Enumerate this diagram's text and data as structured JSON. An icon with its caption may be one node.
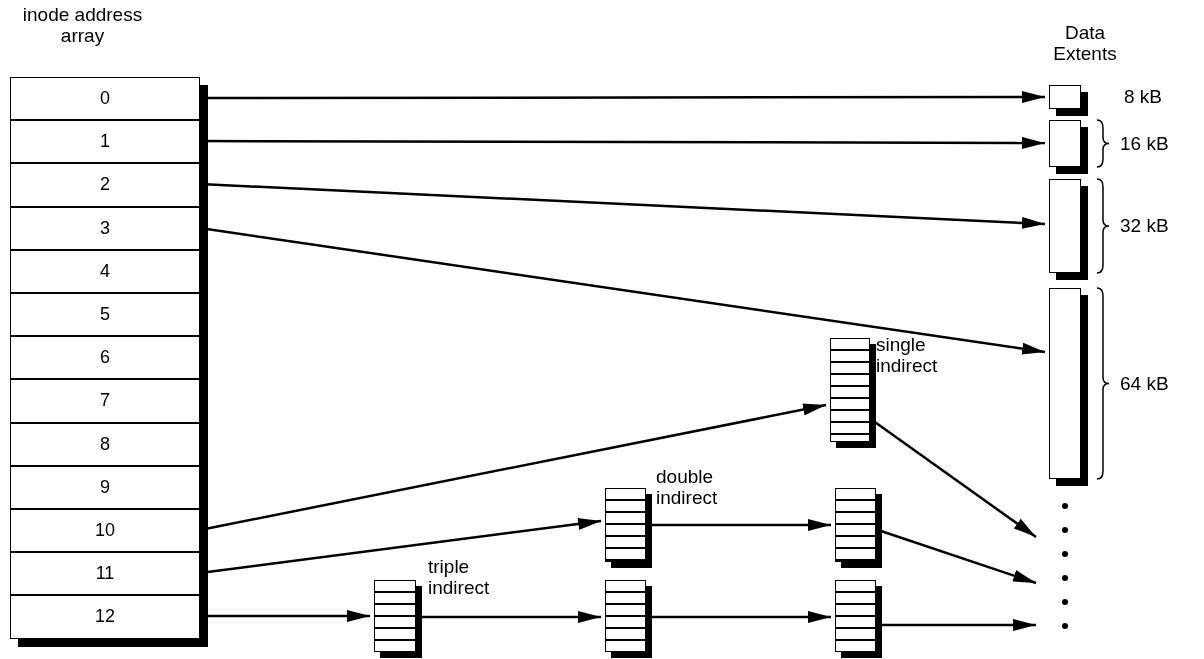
{
  "diagram": {
    "nodes": [
      {
        "text": [
          "inode address array"
        ]
      },
      {
        "text": [
          "0"
        ],
        "in": 0
      },
      {
        "text": [
          "1"
        ],
        "in": 0
      },
      {
        "text": [
          "2"
        ],
        "in": 0
      },
      {
        "text": [
          "3"
        ],
        "in": 0
      },
      {
        "text": [
          "4"
        ],
        "in": 0
      },
      {
        "text": [
          "5"
        ],
        "in": 0
      },
      {
        "text": [
          "6"
        ],
        "in": 0
      },
      {
        "text": [
          "7"
        ],
        "in": 0
      },
      {
        "text": [
          "8"
        ],
        "in": 0
      },
      {
        "text": [
          "9"
        ],
        "in": 0
      },
      {
        "text": [
          "10"
        ],
        "in": 0
      },
      {
        "text": [
          "11"
        ],
        "in": 0
      },
      {
        "text": [
          "12"
        ],
        "in": 0
      },
      {
        "text": [],
        "shape": "box",
        "beside": [
          "8 kB"
        ]
      },
      {
        "text": [],
        "shape": "box",
        "beside": [
          "16 kB"
        ]
      },
      {
        "text": [],
        "shape": "box",
        "beside": [
          "32 kB"
        ]
      },
      {
        "text": [],
        "shape": "box",
        "beside": [
          "64 kB"
        ]
      },
      {
        "text": [],
        "shape": "box",
        "beside": [
          "single indirect"
        ]
      },
      {
        "text": [],
        "shape": "box",
        "beside": [
          "double indirect"
        ]
      },
      {
        "text": [],
        "shape": "box"
      },
      {
        "text": [],
        "shape": "box",
        "beside": [
          "triple indirect"
        ]
      },
      {
        "text": [],
        "shape": "box"
      },
      {
        "text": [],
        "shape": "box"
      }
    ],
    "edges": [
      {
        "from": 1,
        "to": 14,
        "arrow": "to"
      },
      {
        "from": 2,
        "to": 15,
        "arrow": "to"
      },
      {
        "from": 3,
        "to": 16,
        "arrow": "to"
      },
      {
        "from": 4,
        "to": 17,
        "arrow": "to"
      },
      {
        "from": 11,
        "to": 18,
        "arrow": "to"
      },
      {
        "from": 12,
        "to": 19,
        "arrow": "to"
      },
      {
        "from": 13,
        "to": 21,
        "arrow": "to"
      },
      {
        "from": 19,
        "to": 20,
        "arrow": "to"
      },
      {
        "from": 21,
        "to": 22,
        "arrow": "to"
      },
      {
        "from": 22,
        "to": 23,
        "arrow": "to"
      },
      {
        "from": 18,
        "to": null,
        "arrow": "to"
      },
      {
        "from": 20,
        "to": null,
        "arrow": "to"
      },
      {
        "from": 23,
        "to": null,
        "arrow": "to"
      }
    ],
    "labels": [
      "Data Extents"
    ]
  }
}
